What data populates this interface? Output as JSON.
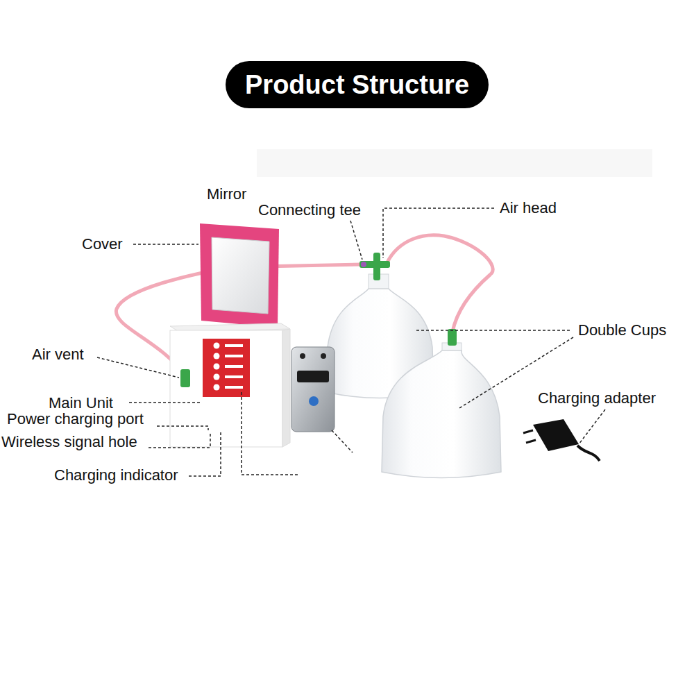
{
  "diagram": {
    "title": "Product Structure",
    "labels": [
      "Mirror",
      "Connecting tee",
      "Air head",
      "Cover",
      "Double Cups",
      "Air vent",
      "Charging adapter",
      "Main Unit",
      "Power charging port",
      "Wireless signal hole",
      "Charging indicator"
    ]
  }
}
